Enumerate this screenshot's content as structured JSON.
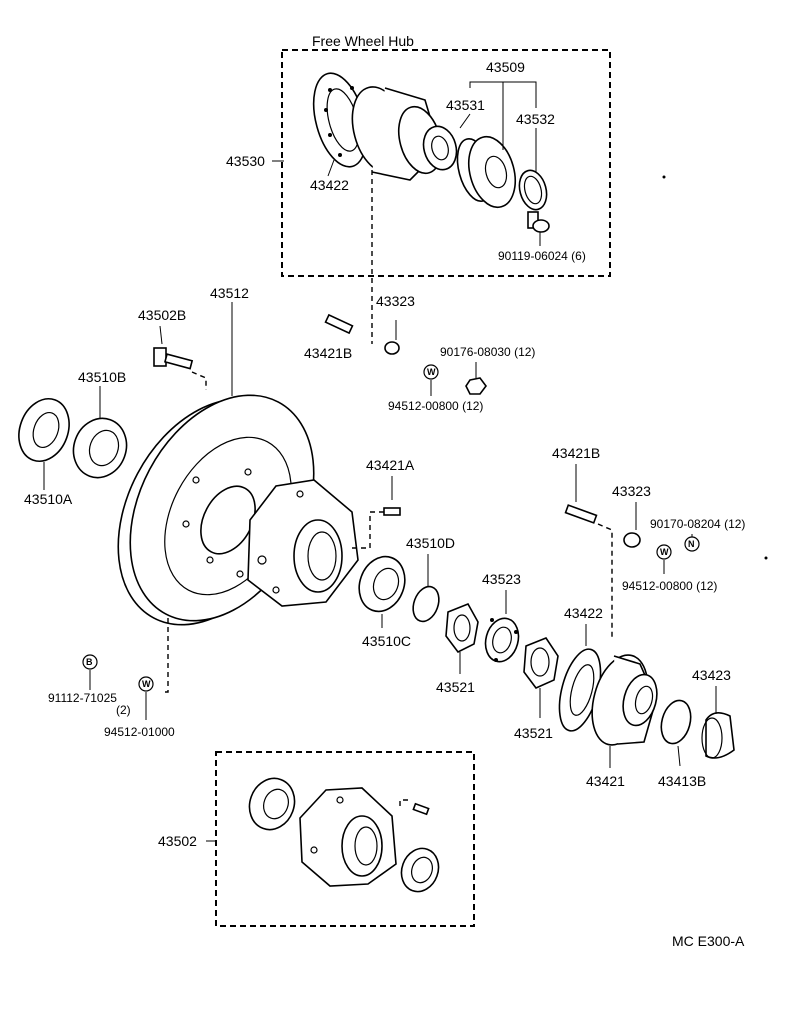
{
  "title": "Free Wheel Hub",
  "diagram_code": "MC  E300-A",
  "symbols": {
    "w": "W",
    "n": "N",
    "b": "B"
  },
  "labels": {
    "p43509": "43509",
    "p43531": "43531",
    "p43532": "43532",
    "p43530": "43530",
    "p43422_top": "43422",
    "p90119": "90119-06024  (6)",
    "p43512": "43512",
    "p43323_top": "43323",
    "p43502B": "43502B",
    "p43421B_left": "43421B",
    "p90176": "90176-08030 (12)",
    "p94512_08_top": "94512-00800 (12)",
    "p43510B": "43510B",
    "p43510A": "43510A",
    "p43421A": "43421A",
    "p43421B_right": "43421B",
    "p43323_right": "43323",
    "p90170": "90170-08204 (12)",
    "p94512_08_right": "94512-00800 (12)",
    "p43510D": "43510D",
    "p43510C": "43510C",
    "p43523": "43523",
    "p43422_right": "43422",
    "p43423": "43423",
    "p43521_a": "43521",
    "p43521_b": "43521",
    "p91112": "91112-71025",
    "p91112_qty": "(2)",
    "p94512_01": "94512-01000",
    "p43421": "43421",
    "p43413B": "43413B",
    "p43502": "43502"
  }
}
